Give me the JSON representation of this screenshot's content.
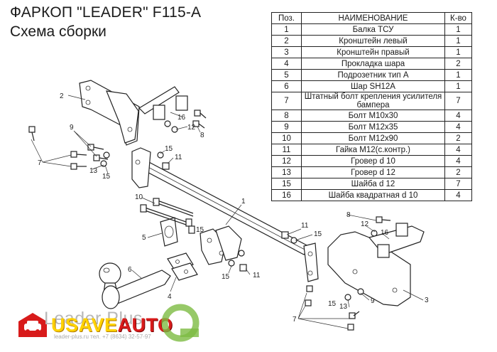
{
  "header": {
    "title": "ФАРКОП \"LEADER\" F115-A",
    "subtitle": "Схема сборки"
  },
  "parts_table": {
    "headers": [
      "Поз.",
      "НАИМЕНОВАНИЕ",
      "К-во"
    ],
    "rows": [
      [
        "1",
        "Балка ТСУ",
        "1"
      ],
      [
        "2",
        "Кронштейн левый",
        "1"
      ],
      [
        "3",
        "Кронштейн правый",
        "1"
      ],
      [
        "4",
        "Прокладка шара",
        "2"
      ],
      [
        "5",
        "Подрозетник тип А",
        "1"
      ],
      [
        "6",
        "Шар SH12A",
        "1"
      ],
      [
        "7",
        "Штатный болт крепления усилителя бампера",
        "7"
      ],
      [
        "8",
        "Болт М10х30",
        "4"
      ],
      [
        "9",
        "Болт М12х35",
        "4"
      ],
      [
        "10",
        "Болт М12х90",
        "2"
      ],
      [
        "11",
        "Гайка М12(с.контр.)",
        "4"
      ],
      [
        "12",
        "Гровер d 10",
        "4"
      ],
      [
        "13",
        "Гровер d 12",
        "2"
      ],
      [
        "15",
        "Шайба d 12",
        "7"
      ],
      [
        "16",
        "Шайба квадратная d 10",
        "4"
      ]
    ]
  },
  "callouts": [
    "1",
    "2",
    "3",
    "4",
    "5",
    "6",
    "7",
    "8",
    "9",
    "10",
    "11",
    "12",
    "13",
    "15",
    "16"
  ],
  "watermark": {
    "brand_left": "Leader Plus",
    "brand_overlay_a": "USAVE",
    "brand_overlay_b": "AUTO",
    "contact": "leader-plus.ru   тел. +7 (8634) 32-57-97"
  },
  "colors": {
    "overlay_yellow": "#ffd200",
    "overlay_red": "#d81b1b",
    "logo_green": "#7dbb42"
  },
  "icons": [
    "car-icon",
    "green-ring-logo-icon"
  ]
}
